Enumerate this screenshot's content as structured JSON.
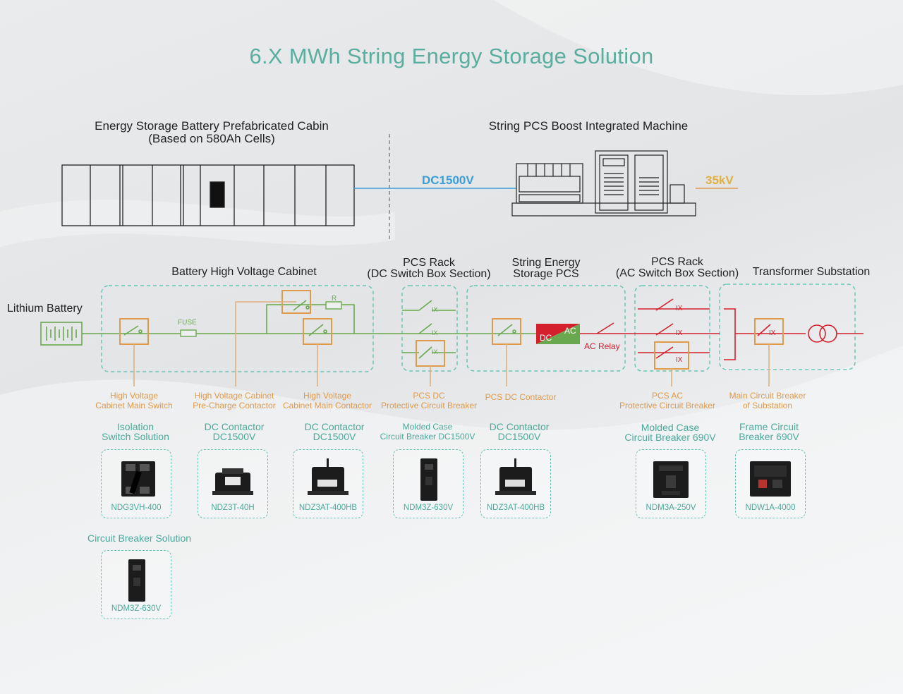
{
  "title": "6.X MWh String Energy Storage Solution",
  "top": {
    "cabin_title": "Energy Storage Battery Prefabricated Cabin",
    "cabin_subtitle": "(Based on 580Ah Cells)",
    "pcs_title": "String PCS Boost Integrated Machine",
    "dc_voltage": "DC1500V",
    "ac_voltage": "35kV"
  },
  "sections": {
    "lithium_battery": "Lithium Battery",
    "bhvc": "Battery High Voltage Cabinet",
    "pcs_rack_dc_1": "PCS Rack",
    "pcs_rack_dc_2": "(DC Switch Box Section)",
    "string_pcs_1": "String Energy",
    "string_pcs_2": "Storage PCS",
    "pcs_rack_ac_1": "PCS Rack",
    "pcs_rack_ac_2": "(AC Switch Box Section)",
    "transformer": "Transformer Substation"
  },
  "symbols": {
    "fuse": "FUSE",
    "resistor": "R",
    "dc": "DC",
    "ac": "AC",
    "ac_relay": "AC Relay",
    "ix": "IX"
  },
  "components": [
    {
      "l1": "High Voltage",
      "l2": "Cabinet Main Switch",
      "s1": "Isolation",
      "s2": "Switch Solution",
      "model": "NDG3VH-400"
    },
    {
      "l1": "High Voltage Cabinet",
      "l2": "Pre-Charge Contactor",
      "s1": "DC Contactor",
      "s2": "DC1500V",
      "model": "NDZ3T-40H"
    },
    {
      "l1": "High Voltage",
      "l2": "Cabinet Main Contactor",
      "s1": "DC Contactor",
      "s2": "DC1500V",
      "model": "NDZ3AT-400HB"
    },
    {
      "l1": "PCS DC",
      "l2": "Protective Circuit Breaker",
      "s1": "Molded Case",
      "s2": "Circuit Breaker DC1500V",
      "model": "NDM3Z-630V"
    },
    {
      "l1": "PCS DC Contactor",
      "l2": "",
      "s1": "DC Contactor",
      "s2": "DC1500V",
      "model": "NDZ3AT-400HB"
    },
    {
      "l1": "PCS AC",
      "l2": "Protective Circuit Breaker",
      "s1": "Molded Case",
      "s2": "Circuit Breaker 690V",
      "model": "NDM3A-250V"
    },
    {
      "l1": "Main Circuit Breaker",
      "l2": "of Substation",
      "s1": "Frame Circuit",
      "s2": "Breaker 690V",
      "model": "NDW1A-4000"
    }
  ],
  "extra": {
    "label": "Circuit Breaker Solution",
    "model": "NDM3Z-630V"
  },
  "colors": {
    "teal": "#5aaea0",
    "orange": "#e09a4c",
    "green": "#6aa84f",
    "red": "#d4202c",
    "blue": "#3a9fd8"
  }
}
